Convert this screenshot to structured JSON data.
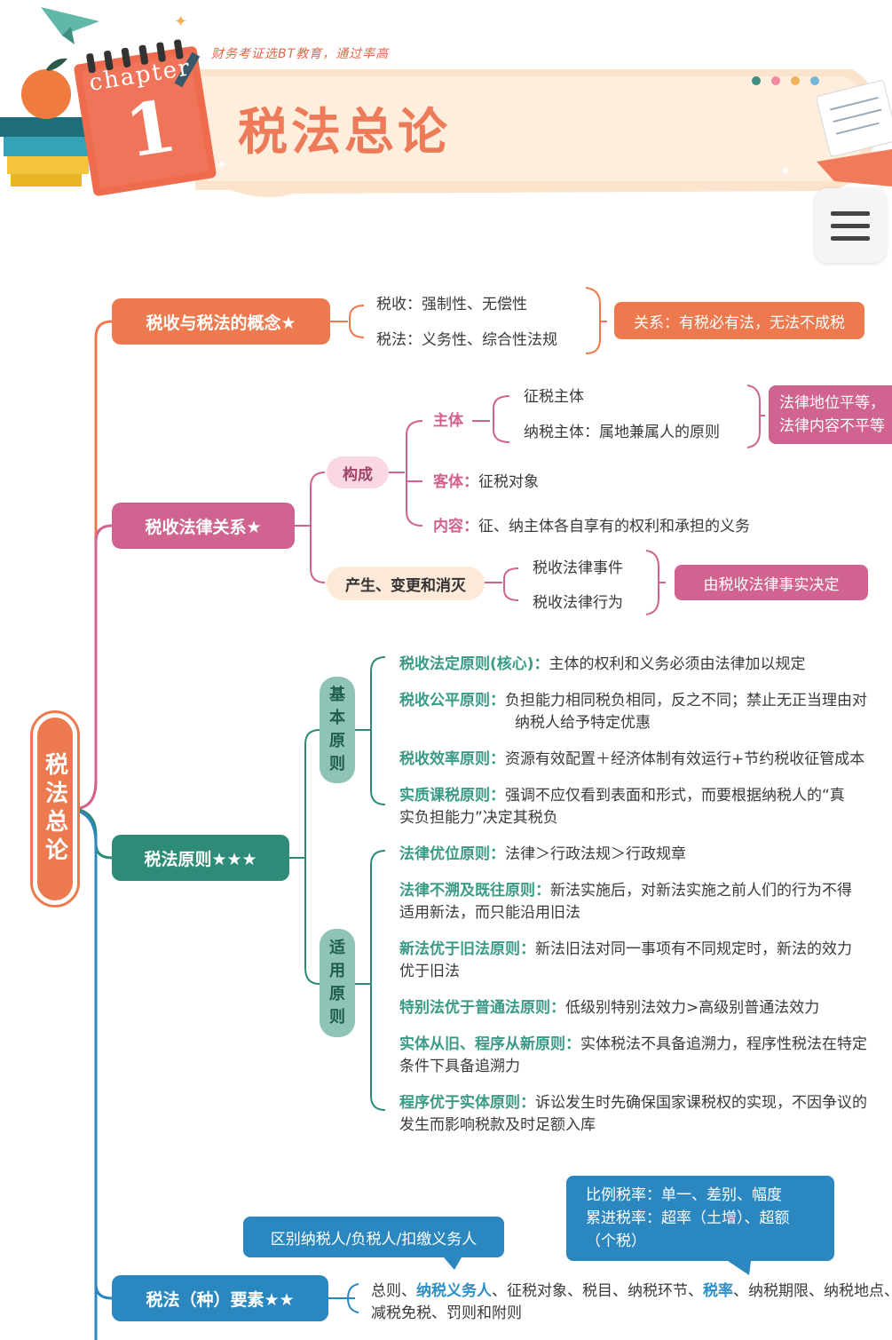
{
  "header": {
    "chapter_word": "chapter",
    "chapter_number": "1",
    "slogan": "财务考证选BT教育，通过率高",
    "title": "税法总论",
    "menu_icon": "hamburger-menu-icon"
  },
  "root": {
    "label": "税法总论"
  },
  "colors": {
    "orange": "#ec7a4e",
    "pink": "#d0638f",
    "teal": "#2e8b77",
    "blue": "#2a87c0",
    "sage": "#8fc3b6"
  },
  "concept": {
    "label": "税收与税法的概念★",
    "items": [
      "税收：强制性、无偿性",
      "税法：义务性、综合性法规"
    ],
    "relation": "关系：有税必有法，无法不成税"
  },
  "relation": {
    "label": "税收法律关系★",
    "composition": {
      "label": "构成",
      "subject": {
        "label": "主体",
        "items": [
          "征税主体",
          "纳税主体：属地兼属人的原则"
        ],
        "note_line1": "法律地位平等，",
        "note_line2": "法律内容不平等"
      },
      "object_key": "客体：",
      "object_value": "征税对象",
      "content_key": "内容：",
      "content_value": "征、纳主体各自享有的权利和承担的义务"
    },
    "change": {
      "label": "产生、变更和消灭",
      "items": [
        "税收法律事件",
        "税收法律行为"
      ],
      "note": "由税收法律事实决定"
    }
  },
  "principles": {
    "label": "税法原则★★★",
    "basic": {
      "label": [
        "基",
        "本",
        "原",
        "则"
      ],
      "items": [
        {
          "key": "税收法定原则(核心)：",
          "value": "主体的权利和义务必须由法律加以规定"
        },
        {
          "key": "税收公平原则：",
          "value": "负担能力相同税负相同，反之不同；禁止无正当理由对",
          "value2": "纳税人给予特定优惠"
        },
        {
          "key": "税收效率原则：",
          "value": "资源有效配置＋经济体制有效运行+节约税收征管成本"
        },
        {
          "key": "实质课税原则：",
          "value": "强调不应仅看到表面和形式，而要根据纳税人的“真",
          "value2": "实负担能力”决定其税负"
        }
      ]
    },
    "apply": {
      "label": [
        "适",
        "用",
        "原",
        "则"
      ],
      "items": [
        {
          "key": "法律优位原则：",
          "value": "法律＞行政法规＞行政规章"
        },
        {
          "key": "法律不溯及既往原则：",
          "value": "新法实施后，对新法实施之前人们的行为不得",
          "value2": "适用新法，而只能沿用旧法"
        },
        {
          "key": "新法优于旧法原则：",
          "value": "新法旧法对同一事项有不同规定时，新法的效力",
          "value2": "优于旧法"
        },
        {
          "key": "特别法优于普通法原则：",
          "value": "低级别特别法效力>高级别普通法效力"
        },
        {
          "key": "实体从旧、程序从新原则：",
          "value": "实体税法不具备追溯力，程序性税法在特定",
          "value2": "条件下具备追溯力"
        },
        {
          "key": "程序优于实体原则：",
          "value": "诉讼发生时先确保国家课税权的实现，不因争议的",
          "value2": "发生而影响税款及时足额入库"
        }
      ]
    }
  },
  "elements": {
    "label": "税法（种）要素★★",
    "callout_left": "区别纳税人/负税人/扣缴义务人",
    "callout_right": [
      "比例税率：单一、差别、幅度",
      "累进税率：超率（土增）、超额",
      "（个税）"
    ],
    "line1_a": "总则、",
    "line1_b": "纳税义务人",
    "line1_c": "、征税对象、税目、纳税环节、",
    "line1_d": "税率",
    "line1_e": "、纳税期限、纳税地点、",
    "line2": "减税免税、罚则和附则"
  }
}
